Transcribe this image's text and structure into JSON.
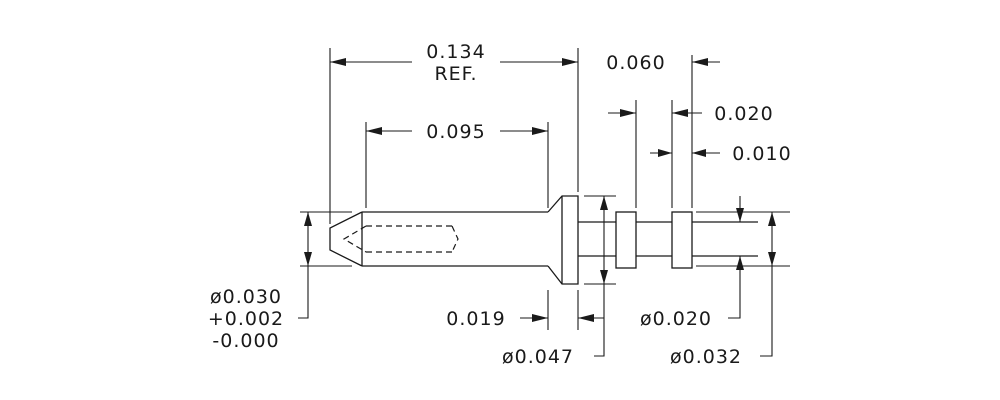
{
  "dimensions": {
    "overall_length": "0.134",
    "overall_ref": "REF.",
    "shank_length": "0.095",
    "end_length": "0.060",
    "groove_spacing": "0.020",
    "collar_width": "0.010",
    "flange_thickness": "0.019",
    "tip_diameter": "ø0.030",
    "tip_tol_plus": "+0.002",
    "tip_tol_minus": "-0.000",
    "flange_diameter": "ø0.047",
    "groove_diameter": "ø0.020",
    "end_diameter": "ø0.032"
  }
}
